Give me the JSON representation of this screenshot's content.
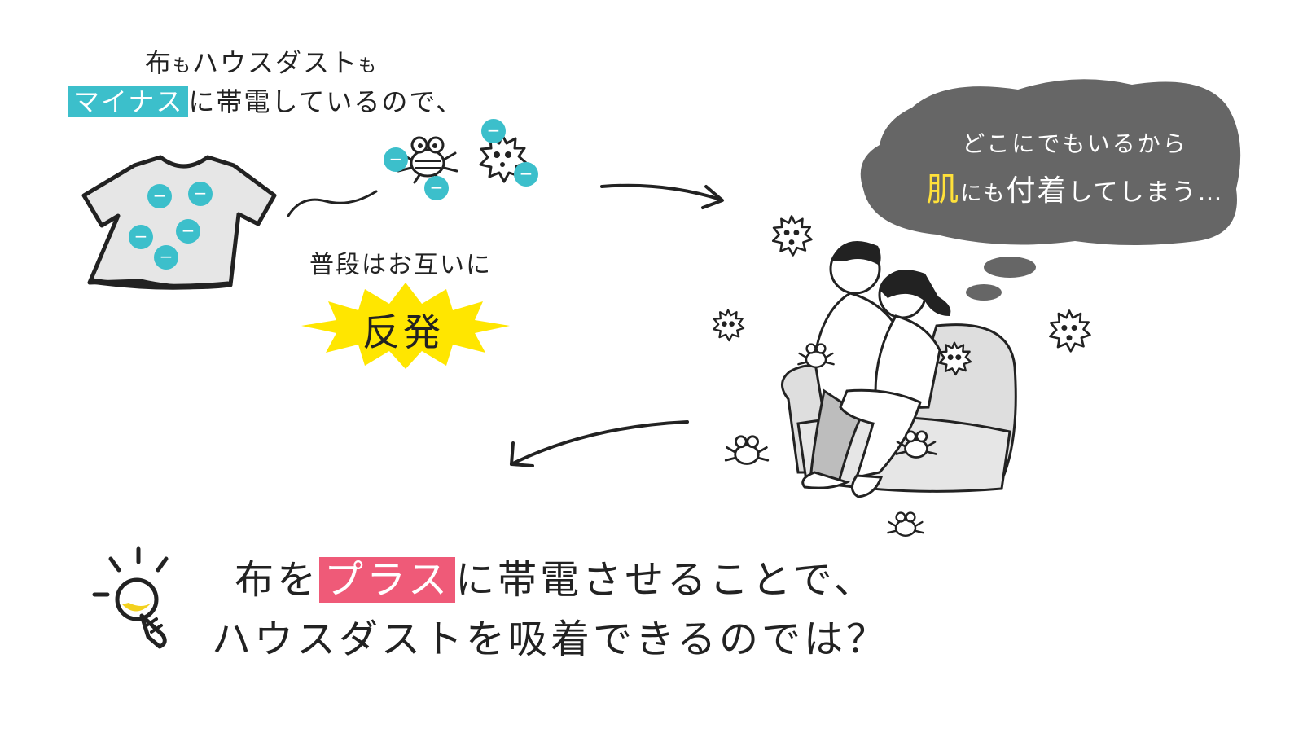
{
  "intro": {
    "line1_lead": "布",
    "line1_mo1": "も",
    "line1_mid": "ハウスダスト",
    "line1_mo2": "も",
    "line2_highlight": "マイナス",
    "line2_rest": "に帯電しているので、"
  },
  "repel": {
    "caption": "普段はお互いに",
    "burst_label": "反発"
  },
  "charge": {
    "symbol": "−"
  },
  "thought": {
    "line1": "どこにでもいるから",
    "line2_highlight": "肌",
    "line2_mo": "にも",
    "line2_emph": "付着",
    "line2_rest": "してしまう…"
  },
  "conclusion": {
    "line1_lead": "布を",
    "line1_highlight": "プラス",
    "line1_rest": "に帯電させることで、",
    "line2": "ハウスダストを吸着できるのでは？"
  },
  "colors": {
    "teal": "#3cbfcb",
    "pink": "#ef5a78",
    "burst_yellow": "#ffe600",
    "bubble_gray": "#666666",
    "bubble_text_yellow": "#ffe13a",
    "shirt_gray": "#e6e6e6",
    "sofa_gray": "#dedede",
    "bulb_yellow": "#f3d11e"
  },
  "icons": [
    "t-shirt",
    "dust-mite",
    "virus",
    "arrow",
    "starburst",
    "thought-bubble",
    "couple-on-sofa",
    "lightbulb"
  ]
}
